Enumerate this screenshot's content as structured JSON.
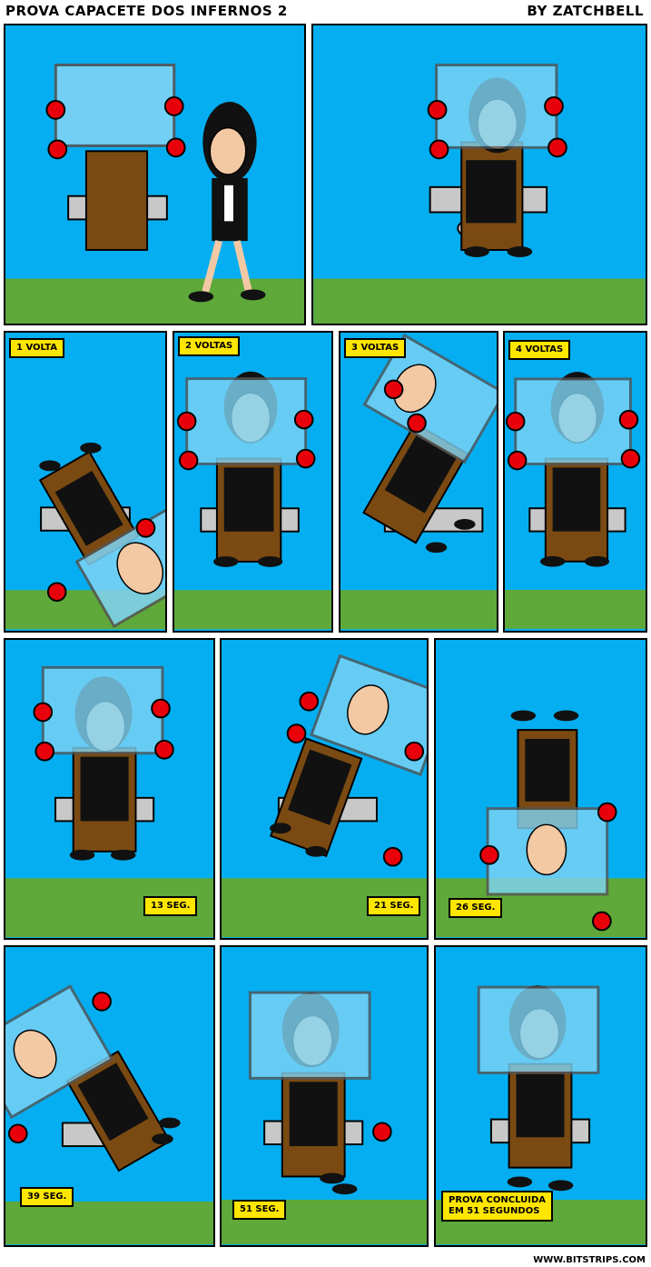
{
  "header": {
    "title": "PROVA CAPACETE DOS INFERNOS 2",
    "author": "BY ZATCHBELL"
  },
  "captions": {
    "p3": "1 VOLTA",
    "p4": "2 VOLTAS",
    "p5": "3 VOLTAS",
    "p6": "4 VOLTAS",
    "p7": "13 SEG.",
    "p8": "21 SEG.",
    "p9": "26 SEG.",
    "p10": "39 SEG.",
    "p11": "51 SEG.",
    "p12": "PROVA CONCLUIDA\nEM 51 SEGUNDOS"
  },
  "footer": {
    "watermark": "WWW.BITSTRIPS.COM"
  },
  "colors": {
    "sky": "#05aef0",
    "grass": "#5fa83a",
    "caption_bg": "#ffe600",
    "ball": "#e8000a",
    "chair": "#7a4a12"
  }
}
